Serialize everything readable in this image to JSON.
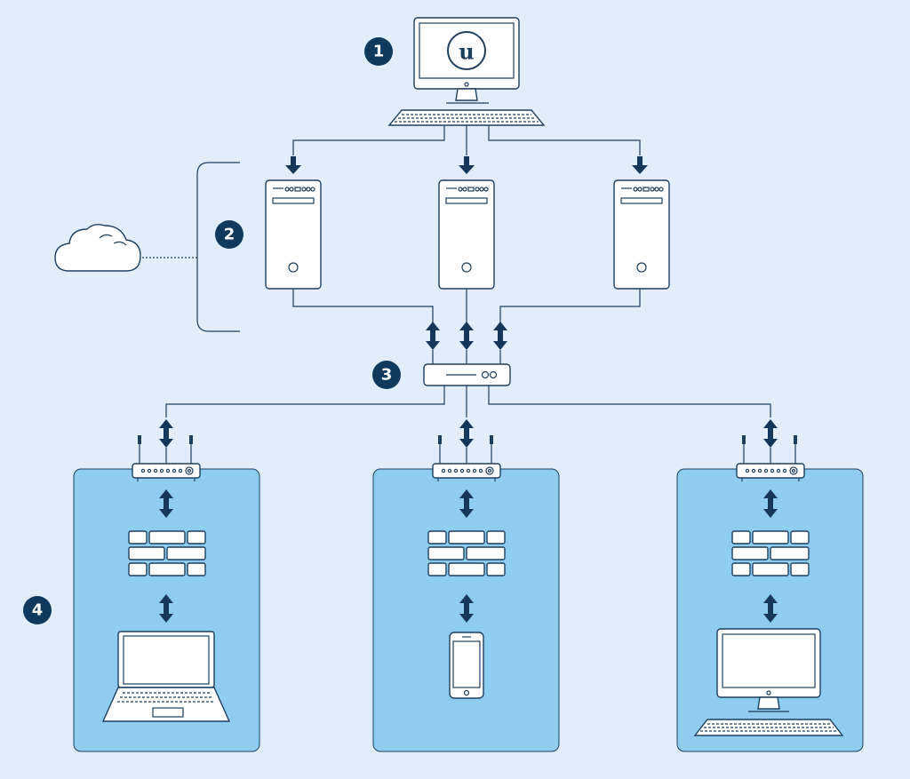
{
  "markers": [
    {
      "id": "marker-1",
      "label": "1"
    },
    {
      "id": "marker-2",
      "label": "2"
    },
    {
      "id": "marker-3",
      "label": "3"
    },
    {
      "id": "marker-4",
      "label": "4"
    }
  ],
  "logo": {
    "letter": "u",
    "name": "unreal-engine-logo"
  },
  "colors": {
    "background": "#e1eefa",
    "zone_fill": "#8ecdf0",
    "stroke": "#1d3f5e",
    "marker_fill": "#0f3a5e",
    "arrow": "#16375a"
  }
}
